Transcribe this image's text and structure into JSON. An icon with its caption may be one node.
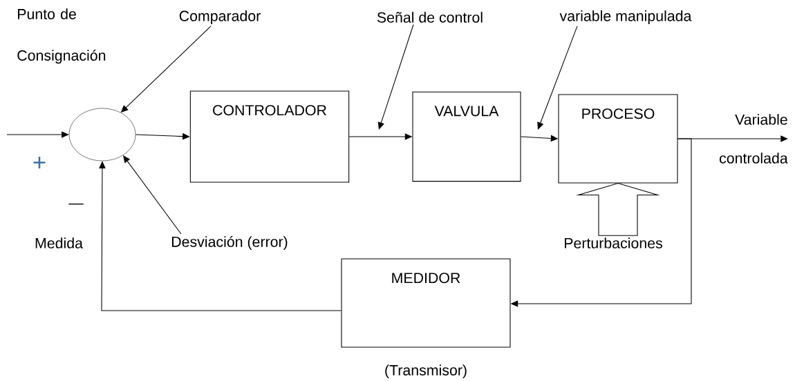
{
  "diagram": {
    "nodes": [
      {
        "text": [],
        "shape": "circle"
      },
      {
        "text": [
          "CONTROLADOR"
        ]
      },
      {
        "text": [
          "VALVULA"
        ]
      },
      {
        "text": [
          "PROCESO"
        ]
      },
      {
        "text": [
          "MEDIDOR"
        ],
        "beside": [
          "(Transmisor)"
        ]
      },
      {
        "text": [
          "Comparador"
        ]
      },
      {
        "text": [
          "Desviación (error)"
        ]
      },
      {
        "text": [
          "Señal de control"
        ]
      },
      {
        "text": [
          "variable manipulada"
        ]
      },
      {
        "text": [
          "Perturbaciones"
        ]
      }
    ],
    "edges": [
      {
        "from": null,
        "to": 0,
        "arrow": "to"
      },
      {
        "from": 0,
        "to": 1,
        "arrow": "to"
      },
      {
        "from": 1,
        "to": 2,
        "arrow": "to"
      },
      {
        "from": 2,
        "to": 3,
        "arrow": "to"
      },
      {
        "from": 3,
        "to": null,
        "arrow": "to",
        "label": "Variable controlada"
      },
      {
        "from": 3,
        "to": 4,
        "arrow": "to"
      },
      {
        "from": 4,
        "to": 0,
        "arrow": "to"
      },
      {
        "from": 5,
        "to": 0,
        "arrow": "to"
      },
      {
        "from": 6,
        "to": 0,
        "arrow": "to"
      },
      {
        "from": 7,
        "to": null,
        "arrow": "to"
      },
      {
        "from": 8,
        "to": null,
        "arrow": "to"
      },
      {
        "from": 9,
        "to": 3,
        "arrow": "to",
        "style": "thick"
      }
    ],
    "labels": [
      "Punto de Consignación",
      "+",
      "—",
      "Medida"
    ]
  }
}
